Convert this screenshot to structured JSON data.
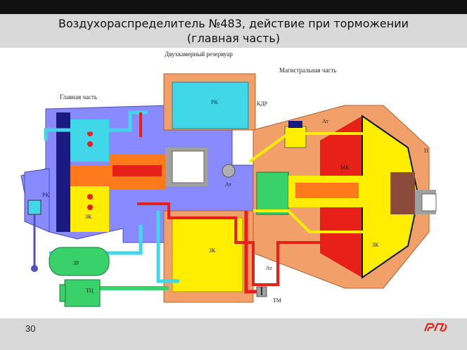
{
  "slide": {
    "title_line1": "Воздухораспределитель №483, действие при торможении",
    "title_line2": "(главная часть)",
    "page_number": "30"
  },
  "diagram": {
    "label_reservoir": "Двухкамерный резервуар",
    "label_main_part": "Главная часть",
    "label_magistral_part": "Магистральная часть",
    "label_rk_top": "РК",
    "label_rk_left": "РК",
    "label_kdr": "КДР",
    "label_at_1": "Ат",
    "label_at_2": "Ат",
    "label_at_3": "Ат",
    "label_p": "П",
    "label_mk": "МК",
    "label_zk_left": "ЗК",
    "label_zk_center": "ЗК",
    "label_zk_right": "ЗК",
    "label_zr": "ЗР",
    "label_tc": "ТЦ",
    "label_tm": "ТМ"
  },
  "colors": {
    "header_bg": "#d9d9d9",
    "cyan": "#3fd8e8",
    "yellow": "#ffee00",
    "orange": "#ff7a1a",
    "red": "#e8201a",
    "purple": "#8080ff",
    "green": "#39d16a",
    "salmon": "#f2a06a",
    "brand_red": "#e2231a"
  },
  "icons": {
    "logo": "rzd-logo"
  }
}
